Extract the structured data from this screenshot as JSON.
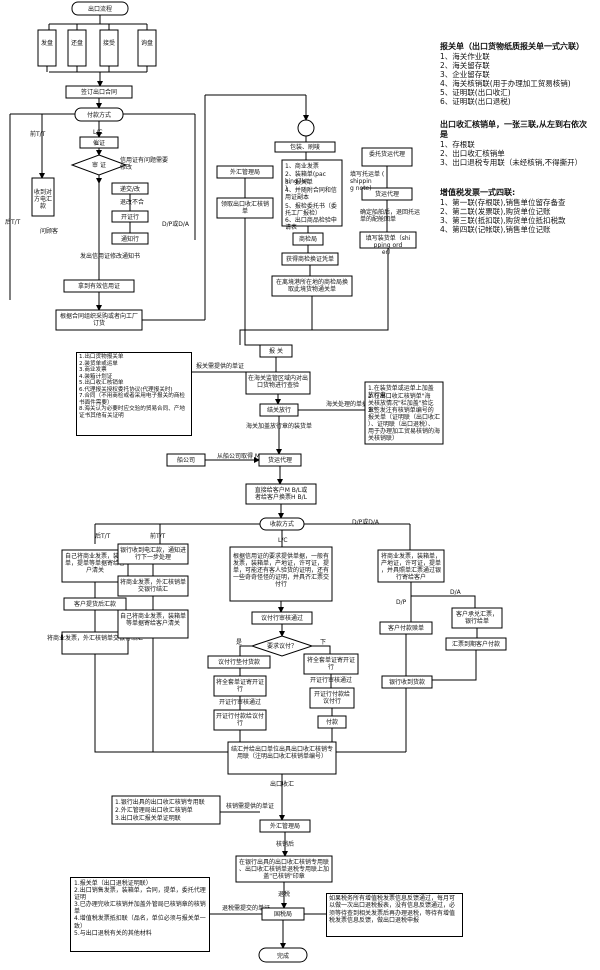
{
  "title": "出口流程",
  "methods": [
    "发盘",
    "还盘",
    "接受",
    "询盘"
  ],
  "sign_contract": "签订出口合同",
  "payment_method": "付款方式",
  "tt_prev": "前T/T",
  "tt_post": "后T/T",
  "lc": "L/C",
  "lc_check": "催证",
  "review": "审 证",
  "review_note": "信用证有问题需要修改",
  "receive_tt": "收到对方电汇款",
  "ask_customer": "问顾客",
  "submit_edit": "递交/改",
  "bank_notice": "通知行",
  "lc_issue_bank": "开证行",
  "lc_reject": "退改不合",
  "dp_da": "D/P或D/A",
  "send_lc_note": "发出信用证修改通知书",
  "get_valid_lc": "拿到有效信用证",
  "organize_goods": "根据合同组织采购或者向工厂订货",
  "fx_bureau_1": "外汇管理局",
  "get_fx_forms": "领取出口收汇核销单",
  "packing_title": "包装、刷唛",
  "docs_list": [
    "1、商业发票",
    "2、装箱单(packing list)",
    "3、报关单",
    "4、并随附合同和信用证副本",
    "5、报检委托书（委托工厂报检）",
    "6、出口商品检验申请表"
  ],
  "commodity_inspection": "商检局",
  "get_inspection_cert": "获得商检换证凭单",
  "exchange_customs": "在离境港所在地的商检局换取此境货物通关单",
  "consign_forwarder": "委托货运代理",
  "forwarder": "货运代理",
  "fill_booking": "填写托运单 (shipping note)",
  "book_ship_note": "确定船舶后，退回托运单的配舱回单",
  "ship_order": "填写装货单（shipping order）",
  "declare": "报 关",
  "prep_docs": "报关需提供的单证",
  "pre_decl_docs": [
    "1.出口货物报关单",
    "2.装货单或运单",
    "3.商业发票",
    "4.装箱计划证",
    "5.出口收汇核销单",
    "6.代理报关授权委托协议(代理报关时)",
    "7.合同（不用商检或者采用电子报关的商检书面件需要）",
    "8.海关认为必要时应交验的贸易合同、产地证书其他有关证明"
  ],
  "customs_supervise": "在海关监管区域内对出口货物进行查验",
  "customs_release": "结关放行",
  "customs_docs": "海关处理的单据",
  "customs_return": [
    "1.在装货单或运单上加盖放行章",
    "2.在出口收汇核销单\"海关核放情况\"栏加盖\"验讫章\"",
    "3.签发注有核销单编号的报关单（证明联（出口收汇）、证明联（出口退税）、用于办理加工贸易核销的海关核销联）"
  ],
  "stamp_decl": "海关加盖放行章的装货单",
  "shipping_co": "船公司",
  "get_bl": "从船公司取得 M B/L",
  "forwarder_2": "货运代理",
  "bl_note": "直接给客户M B/L或者给客户换票H B/L",
  "collect_method": "收款方式",
  "post_tt": "后T/T",
  "pre_tt": "前T/T",
  "lc2": "L/C",
  "dp_da2": "D/P或D/A",
  "post_tt_box": "自己将商业发票，装箱单，提单等单据寄给客户清关",
  "customer_pay": "客户提货后汇款",
  "post_tt_fx": "将商业发票，外汇核销单交银行结汇",
  "bank_receive": "银行收到电汇款，通知进行下一步处理",
  "pre_tt_fx": "将商业发票，外汇核销单交银行结汇",
  "pre_tt_mail": "自己将商业发票，装箱单等单据寄给客户清关",
  "lc_docs": "根据信用证的要求提供单据，一般有发票，装箱单，产地证，许可证，提单，可能还有客人验货的证明，还有一些奇奇怪怪的证明，并具齐汇票交付行",
  "issuing_review": "议付行审核通过",
  "need_pay": "要求议付？",
  "yes": "是",
  "no": "下",
  "nego_pay": "议付行垫付货款",
  "issuing_bank_to": "将全套单证寄开证行",
  "issuing_pass": "开证行审核通过",
  "issuing_refund": "开证行付款给议付行",
  "no_send_docs": "将全套单证寄开证行",
  "no_pass": "开证行审核通过",
  "no_pay": "开证行付款给议付行",
  "pay": "付款",
  "dpda_box": "将商业发票，装箱单，产地证，许可证，提单，并具照单汇票通过银行寄给客户",
  "dp": "D/P",
  "da": "D/A",
  "customer_payment_cert": "客户付款赎单",
  "customer_accept": "客户承兑汇票，银行给单",
  "customer_pay_due": "汇票到期客户付款",
  "bank_receive_money": "银行收到货款",
  "fx_application": "结汇并给出口单位出具出口收汇核销专用联（注明出口收汇核销单编号）",
  "fx_docs": [
    "1.银行出具的出口收汇核销专用联",
    "2.外汇管理局出口收汇核销单",
    "3.出口收汇报关单证明联"
  ],
  "export_verification": "出口收汇",
  "verify_provide": "核销需提供的单证",
  "fx_bureau_2": "外汇管理局",
  "verify_after": "核销后",
  "bank_stamp": "在银行出具的出口收汇核销专用联、出口收汇核销单退税专用联上加盖\"已核销\"印章",
  "tax_refund": "退税",
  "tax_provide": "退税需提交的单证",
  "tax_bureau": "国税局",
  "tax_docs": [
    "1.报关单（出口退税证明联）",
    "2.出口销售发票，装箱单，合同，提单，委托代理证明",
    "3.已办理完收汇核销并加盖外管局已核销章的核销单",
    "4.增值税发票抵扣联（品名，单位必须与报关单一致）",
    "5.与出口退税有关的其他材料"
  ],
  "notes": "如果税务所有增值税发票信息反馈通过，每月可以做一次出口退税报表，没有信息反馈通过，必须等待查到相关发票后再办理退税，等待有增值税发票信息反馈，做出口退税申报",
  "done": "完成",
  "customs_panel": {
    "title": "报关单（出口货物纸质报关单一式六联）",
    "items": [
      "1、海关作业联",
      "2、海关留存联",
      "3、企业留存联",
      "4、海关核销联(用于办理加工贸易核销)",
      "5、证明联(出口收汇)",
      "6、证明联(出口退税)"
    ]
  },
  "fx_panel": {
    "title": "出口收汇核销单，一张三联,从左到右依次是",
    "items": [
      "1、存根联",
      "2、出口收汇核销单",
      "3、出口退税专用联（未经核销,不得撕开）"
    ]
  },
  "vat_panel": {
    "title": "增值税发票一式四联:",
    "items": [
      "1、第一联(存根联),销售单位留存备查",
      "2、第二联(发票联),购货单位记账",
      "3、第三联(抵扣联),购货单位抵扣税款",
      "4、第四联(记帐联),销售单位记账"
    ]
  }
}
